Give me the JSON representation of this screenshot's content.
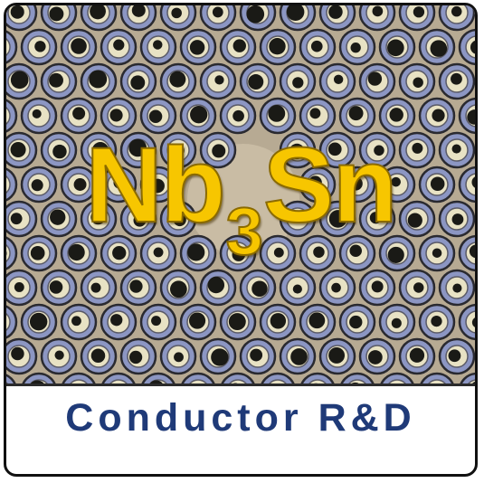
{
  "formula": {
    "element_a": "Nb",
    "subscript": "3",
    "element_b": "Sn",
    "color": "#f7c600"
  },
  "caption": {
    "text": "Conductor R&D",
    "color": "#1f3a78"
  },
  "micrograph": {
    "background_color": "#b7aa93",
    "ring_color": "#8c96c3",
    "core_dark": "#1a1a16",
    "core_light": "#e8e2c4"
  }
}
